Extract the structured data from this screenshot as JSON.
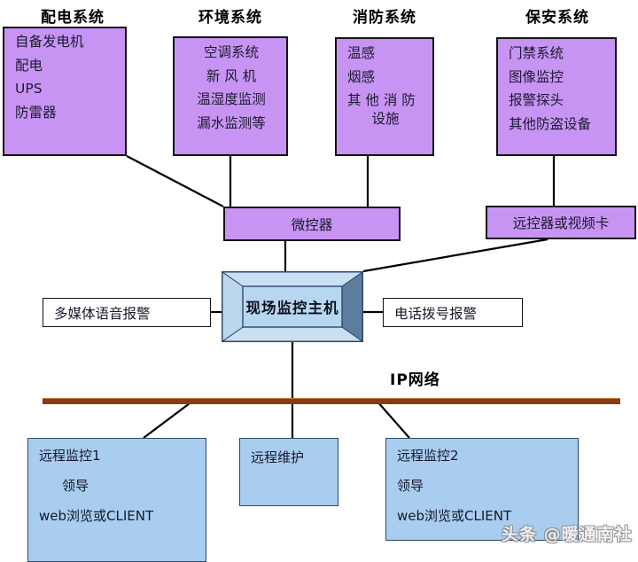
{
  "diagram": {
    "title_accent": "#000000",
    "purple": "#c894f4",
    "blue": "#a8cdef",
    "bus_color": "#8b3a12"
  },
  "subsystems": [
    {
      "title": "配电系统",
      "items": [
        "自备发电机",
        "配电",
        "UPS",
        "防雷器"
      ]
    },
    {
      "title": "环境系统",
      "items": [
        "空调系统",
        "新 风 机",
        "温湿度监测",
        "漏水监测等"
      ]
    },
    {
      "title": "消防系统",
      "items": [
        "温感",
        "烟感",
        "其 他 消 防",
        "设施"
      ]
    },
    {
      "title": "保安系统",
      "items": [
        "门禁系统",
        "图像监控",
        "报警探头",
        "其他防盗设备"
      ]
    }
  ],
  "controllers": {
    "micro": "微控器",
    "remote_card": "远控器或视频卡"
  },
  "host": {
    "label": "现场监控主机"
  },
  "alarms": {
    "left": "多媒体语音报警",
    "right": "电话拨号报警"
  },
  "network": {
    "label": "IP网络"
  },
  "clients": [
    {
      "name": "远程监控1",
      "role": "领导",
      "access": "web浏览或CLIENT"
    },
    {
      "name": "远程维护"
    },
    {
      "name": "远程监控2",
      "role": "领导",
      "access": "web浏览或CLIENT"
    }
  ],
  "watermark": "头条 @暖通南社"
}
